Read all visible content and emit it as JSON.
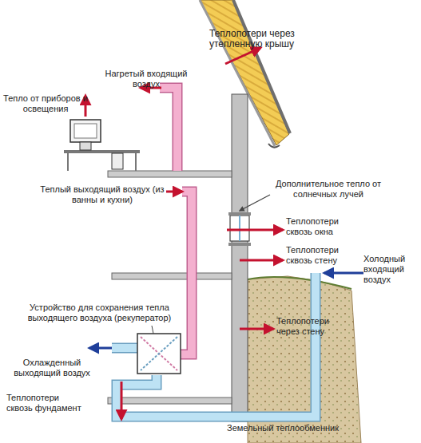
{
  "diagram": {
    "labels": [
      "Теплопотери через утепленную крышу",
      "Нагретый входящий воздух",
      "Тепло от приборов и освещения",
      "Теплый выходящий воздух (из ванны и кухни)",
      "Дополнительное тепло от солнечных лучей",
      "Теплопотери сквозь окна",
      "Теплопотери сквозь стену",
      "Холодный входящий воздух",
      "Устройство для сохранения тепла выходящего воздуха (рекуператор)",
      "Теплопотери через стену",
      "Охлажденный выходящий воздух",
      "Теплопотери сквозь фундамент",
      "Земельный теплообменник"
    ]
  }
}
